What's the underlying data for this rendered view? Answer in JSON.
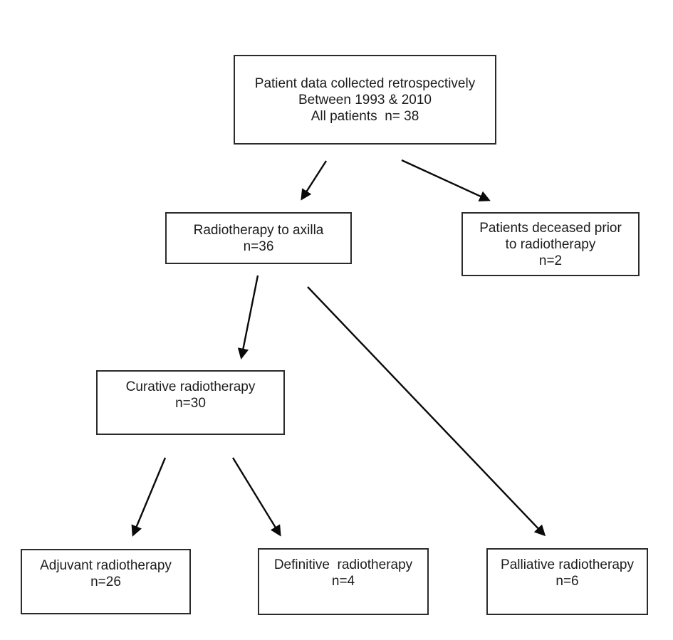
{
  "page": {
    "background_color": "#ffffff",
    "box_border_color": "#2b2b2b",
    "arrow_color": "#0a0a0a",
    "text_color": "#1c1c1c"
  },
  "boxes": {
    "root": {
      "line1": "Patient data collected retrospectively",
      "line2": "Between 1993 & 2010",
      "line3": "All patients  n= 38"
    },
    "axilla": {
      "line1": "Radiotherapy to axilla",
      "line2": "n=36"
    },
    "deceased": {
      "line1": "Patients deceased prior",
      "line2": "to radiotherapy",
      "line3": "n=2"
    },
    "curative": {
      "line1": "Curative radiotherapy",
      "line2": "n=30"
    },
    "adjuvant": {
      "line1": "Adjuvant radiotherapy",
      "line2": "n=26"
    },
    "definitive": {
      "line1": "Definitive  radiotherapy",
      "line2": "n=4"
    },
    "palliative": {
      "line1": "Palliative radiotherapy",
      "line2": "n=6"
    }
  },
  "edges": [
    {
      "from": "root",
      "to": "axilla"
    },
    {
      "from": "root",
      "to": "deceased"
    },
    {
      "from": "axilla",
      "to": "curative"
    },
    {
      "from": "axilla",
      "to": "palliative"
    },
    {
      "from": "curative",
      "to": "adjuvant"
    },
    {
      "from": "curative",
      "to": "definitive"
    }
  ]
}
